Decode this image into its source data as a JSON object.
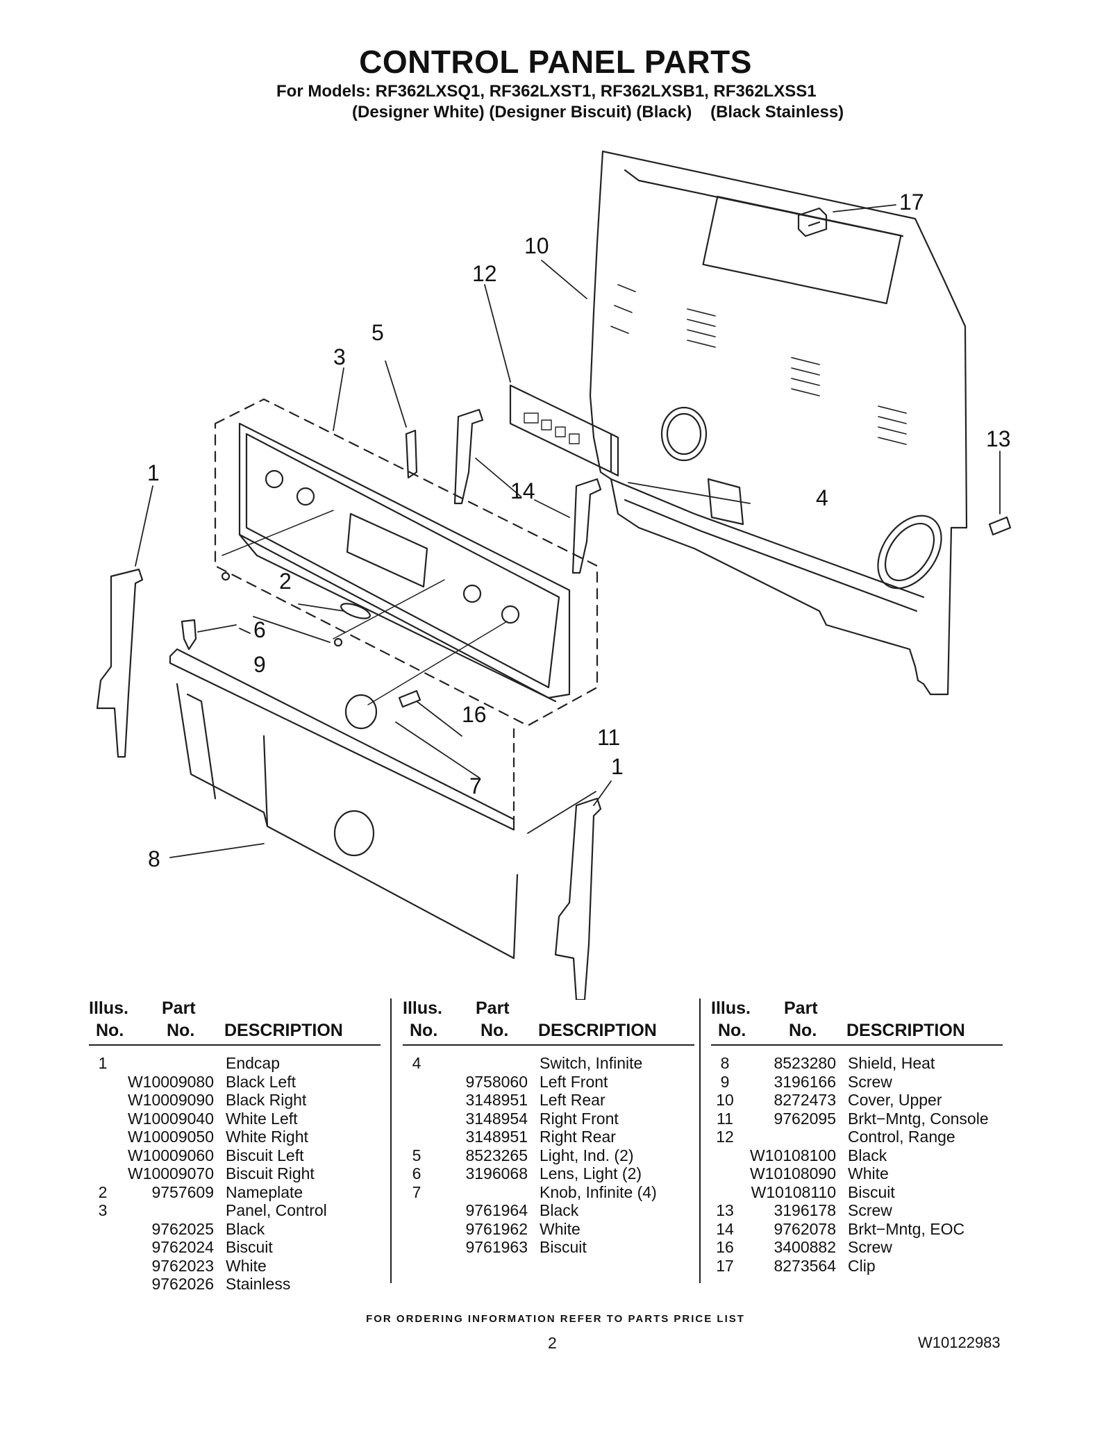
{
  "header": {
    "title": "CONTROL PANEL PARTS",
    "models": "For Models: RF362LXSQ1, RF362LXST1, RF362LXSB1, RF362LXSS1",
    "variants": "(Designer White) (Designer Biscuit) (Black)    (Black Stainless)"
  },
  "callouts": [
    "1",
    "1",
    "2",
    "3",
    "4",
    "5",
    "6",
    "7",
    "8",
    "9",
    "10",
    "11",
    "12",
    "13",
    "14",
    "16",
    "17"
  ],
  "table": {
    "h_illus_1": "Illus.",
    "h_illus_2": "No.",
    "h_part_1": "Part",
    "h_part_2": "No.",
    "h_desc": "DESCRIPTION",
    "col1": [
      {
        "ill": "1",
        "part": "",
        "desc": "Endcap"
      },
      {
        "ill": "",
        "part": "W10009080",
        "desc": "Black Left"
      },
      {
        "ill": "",
        "part": "W10009090",
        "desc": "Black Right"
      },
      {
        "ill": "",
        "part": "W10009040",
        "desc": "White Left"
      },
      {
        "ill": "",
        "part": "W10009050",
        "desc": "White Right"
      },
      {
        "ill": "",
        "part": "W10009060",
        "desc": "Biscuit Left"
      },
      {
        "ill": "",
        "part": "W10009070",
        "desc": "Biscuit Right"
      },
      {
        "ill": "2",
        "part": "9757609",
        "desc": "Nameplate"
      },
      {
        "ill": "3",
        "part": "",
        "desc": "Panel, Control"
      },
      {
        "ill": "",
        "part": "9762025",
        "desc": "Black"
      },
      {
        "ill": "",
        "part": "9762024",
        "desc": "Biscuit"
      },
      {
        "ill": "",
        "part": "9762023",
        "desc": "White"
      },
      {
        "ill": "",
        "part": "9762026",
        "desc": "Stainless"
      }
    ],
    "col2": [
      {
        "ill": "4",
        "part": "",
        "desc": "Switch, Infinite"
      },
      {
        "ill": "",
        "part": "9758060",
        "desc": "Left Front"
      },
      {
        "ill": "",
        "part": "3148951",
        "desc": "Left Rear"
      },
      {
        "ill": "",
        "part": "3148954",
        "desc": "Right Front"
      },
      {
        "ill": "",
        "part": "3148951",
        "desc": "Right Rear"
      },
      {
        "ill": "5",
        "part": "8523265",
        "desc": "Light, Ind. (2)"
      },
      {
        "ill": "6",
        "part": "3196068",
        "desc": "Lens, Light (2)"
      },
      {
        "ill": "7",
        "part": "",
        "desc": "Knob, Infinite (4)"
      },
      {
        "ill": "",
        "part": "9761964",
        "desc": "Black"
      },
      {
        "ill": "",
        "part": "9761962",
        "desc": "White"
      },
      {
        "ill": "",
        "part": "9761963",
        "desc": "Biscuit"
      }
    ],
    "col3": [
      {
        "ill": "8",
        "part": "8523280",
        "desc": "Shield, Heat"
      },
      {
        "ill": "9",
        "part": "3196166",
        "desc": "Screw"
      },
      {
        "ill": "10",
        "part": "8272473",
        "desc": "Cover, Upper"
      },
      {
        "ill": "11",
        "part": "9762095",
        "desc": "Brkt−Mntg, Console"
      },
      {
        "ill": "12",
        "part": "",
        "desc": "Control, Range"
      },
      {
        "ill": "",
        "part": "W10108100",
        "desc": "Black"
      },
      {
        "ill": "",
        "part": "W10108090",
        "desc": "White"
      },
      {
        "ill": "",
        "part": "W10108110",
        "desc": "Biscuit"
      },
      {
        "ill": "13",
        "part": "3196178",
        "desc": "Screw"
      },
      {
        "ill": "14",
        "part": "9762078",
        "desc": "Brkt−Mntg, EOC"
      },
      {
        "ill": "16",
        "part": "3400882",
        "desc": "Screw"
      },
      {
        "ill": "17",
        "part": "8273564",
        "desc": "Clip"
      }
    ]
  },
  "footer": {
    "note": "FOR ORDERING INFORMATION REFER TO PARTS PRICE LIST",
    "page": "2",
    "doc_number": "W10122983"
  }
}
